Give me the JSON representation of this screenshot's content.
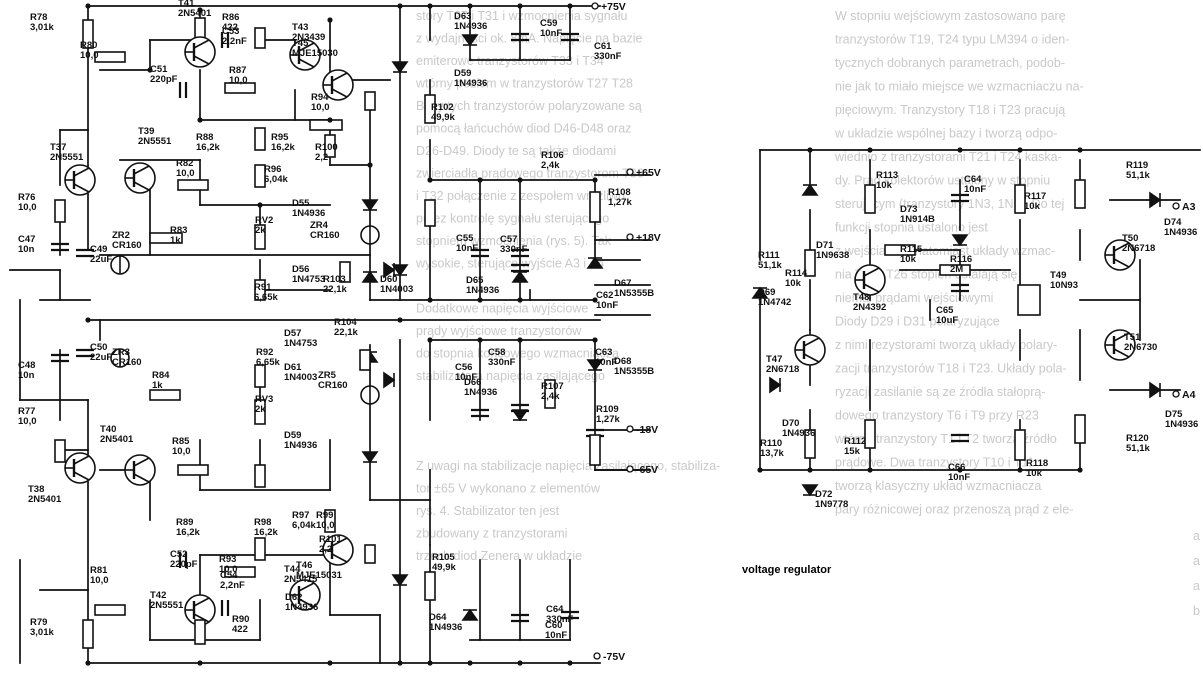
{
  "caption": "voltage regulator",
  "rails": [
    "+75V",
    "-75V",
    "+65V",
    "+18V",
    "-18V",
    "-65V",
    "A3",
    "A4"
  ],
  "left_block": [
    {
      "id": "R78",
      "v": "3,01k"
    },
    {
      "id": "T41",
      "v": "2N5401"
    },
    {
      "id": "R86",
      "v": "422"
    },
    {
      "id": "R80",
      "v": "10,0"
    },
    {
      "id": "C53",
      "v": "2,2nF"
    },
    {
      "id": "C51",
      "v": "220pF"
    },
    {
      "id": "R87",
      "v": "10,0"
    },
    {
      "id": "T43",
      "v": "2N3439"
    },
    {
      "id": "T45",
      "v": "MJE15030"
    },
    {
      "id": "R94",
      "v": "10,0"
    },
    {
      "id": "T37",
      "v": "2N5551"
    },
    {
      "id": "T39",
      "v": "2N5551"
    },
    {
      "id": "R88",
      "v": "16,2k"
    },
    {
      "id": "R95",
      "v": "16,2k"
    },
    {
      "id": "R100",
      "v": "2,2"
    },
    {
      "id": "R82",
      "v": "10,0"
    },
    {
      "id": "R96",
      "v": "6,04k"
    },
    {
      "id": "R76",
      "v": "10,0"
    },
    {
      "id": "RV2",
      "v": "2k"
    },
    {
      "id": "D55",
      "v": "1N4936"
    },
    {
      "id": "R83",
      "v": "1k"
    },
    {
      "id": "ZR4",
      "v": "CR160"
    },
    {
      "id": "C47",
      "v": "10n"
    },
    {
      "id": "C49",
      "v": "22uF"
    },
    {
      "id": "ZR2",
      "v": "CR160"
    },
    {
      "id": "D60",
      "v": "1N4003"
    },
    {
      "id": "D56",
      "v": "1N4753"
    },
    {
      "id": "R103",
      "v": "22,1k"
    },
    {
      "id": "R91",
      "v": "6,65k"
    },
    {
      "id": "C50",
      "v": "22uF"
    },
    {
      "id": "ZR3",
      "v": "CR160"
    },
    {
      "id": "R92",
      "v": "6,65k"
    },
    {
      "id": "D57",
      "v": "1N4753"
    },
    {
      "id": "R104",
      "v": "22,1k"
    },
    {
      "id": "D61",
      "v": "1N4003"
    },
    {
      "id": "C48",
      "v": "10n"
    },
    {
      "id": "R84",
      "v": "1k"
    },
    {
      "id": "ZR5",
      "v": "CR160"
    },
    {
      "id": "RV3",
      "v": "2k"
    },
    {
      "id": "D59",
      "v": "1N4936"
    },
    {
      "id": "R77",
      "v": "10,0"
    },
    {
      "id": "R85",
      "v": "10,0"
    },
    {
      "id": "R97",
      "v": "6,04k"
    },
    {
      "id": "T38",
      "v": "2N5401"
    },
    {
      "id": "T40",
      "v": "2N5401"
    },
    {
      "id": "R101",
      "v": "2,2"
    },
    {
      "id": "R89",
      "v": "16,2k"
    },
    {
      "id": "R98",
      "v": "16,2k"
    },
    {
      "id": "R99",
      "v": "10,0"
    },
    {
      "id": "C52",
      "v": "220pF"
    },
    {
      "id": "R93",
      "v": "10,0"
    },
    {
      "id": "T46",
      "v": "MJE15031"
    },
    {
      "id": "C54",
      "v": "2,2nF"
    },
    {
      "id": "T44",
      "v": "2N5415"
    },
    {
      "id": "R81",
      "v": "10,0"
    },
    {
      "id": "D62",
      "v": "1N4936"
    },
    {
      "id": "T42",
      "v": "2N5551"
    },
    {
      "id": "R79",
      "v": "3,01k"
    },
    {
      "id": "R90",
      "v": "422"
    }
  ],
  "middle_block": [
    {
      "id": "D63",
      "v": "1N4936"
    },
    {
      "id": "C59",
      "v": "10nF"
    },
    {
      "id": "C61",
      "v": "330nF"
    },
    {
      "id": "D59",
      "v": "1N4936"
    },
    {
      "id": "R102",
      "v": "49,9k"
    },
    {
      "id": "R106",
      "v": "2,4k"
    },
    {
      "id": "R108",
      "v": "1,27k"
    },
    {
      "id": "C55",
      "v": "10nF"
    },
    {
      "id": "C57",
      "v": "330nF"
    },
    {
      "id": "D65",
      "v": "1N4936"
    },
    {
      "id": "D67",
      "v": "1N5355B"
    },
    {
      "id": "C62",
      "v": "10nF"
    },
    {
      "id": "C58",
      "v": "330nF"
    },
    {
      "id": "C63",
      "v": "10nF"
    },
    {
      "id": "D68",
      "v": "1N5355B"
    },
    {
      "id": "C56",
      "v": "10nF"
    },
    {
      "id": "D66",
      "v": "1N4936"
    },
    {
      "id": "R107",
      "v": "2,4k"
    },
    {
      "id": "R109",
      "v": "1,27k"
    },
    {
      "id": "R105",
      "v": "49,9k"
    },
    {
      "id": "C64",
      "v": "330nF"
    },
    {
      "id": "D64",
      "v": "1N4936"
    },
    {
      "id": "C60",
      "v": "10nF"
    }
  ],
  "right_block": [
    {
      "id": "C64",
      "v": "10nF"
    },
    {
      "id": "R113",
      "v": "10k"
    },
    {
      "id": "R117",
      "v": "10k"
    },
    {
      "id": "R119",
      "v": "51,1k"
    },
    {
      "id": "D74",
      "v": "1N4936"
    },
    {
      "id": "D71",
      "v": "1N9638"
    },
    {
      "id": "D73",
      "v": "1N914B"
    },
    {
      "id": "T50",
      "v": "2N6718"
    },
    {
      "id": "R111",
      "v": "51,1k"
    },
    {
      "id": "R114",
      "v": "10k"
    },
    {
      "id": "R115",
      "v": "10k"
    },
    {
      "id": "R116",
      "v": "2M"
    },
    {
      "id": "T49",
      "v": "10N93"
    },
    {
      "id": "D69",
      "v": "1N4742"
    },
    {
      "id": "T48",
      "v": "2N4392"
    },
    {
      "id": "C65",
      "v": "10uF"
    },
    {
      "id": "T47",
      "v": "2N6718"
    },
    {
      "id": "T51",
      "v": "2N6730"
    },
    {
      "id": "D70",
      "v": "1N4936"
    },
    {
      "id": "D75",
      "v": "1N4936"
    },
    {
      "id": "R110",
      "v": "13,7k"
    },
    {
      "id": "R112",
      "v": "15k"
    },
    {
      "id": "R118",
      "v": "10k"
    },
    {
      "id": "R120",
      "v": "51,1k"
    },
    {
      "id": "C66",
      "v": "10nF"
    },
    {
      "id": "D72",
      "v": "1N9778"
    }
  ],
  "page_text": {
    "left_col": [
      "story T27 i T31 i wzmocnienia sygnału",
      "z wydajności ok. 8mA. Napięcie na bazie",
      "emiterowe tranzystorów T33 i T34",
      "wtórny poziom w tranzystorów T27 T28",
      "Bazy tych tranzystorów polaryzowane są",
      "pomocą łańcuchów diod D46-D48 oraz",
      "D26-D49. Diody te są także diodami",
      "zwierciadła prądowego tranzystorom T30",
      "i T32 połączenie z zespołem wrażliwo",
      "przez kontrolę sygnału sterującego",
      "stopniem wzmocnienia (rys. 5). Tak",
      "wysokie, sterujące wyjście A3 i A4",
      "",
      "Dodatkowe napięcia wyjściowe",
      "prądy wyjściowe tranzystorów",
      "do stopnia końcowego wzmacniacza",
      "stabilizatora napięcia zasilającego",
      "",
      "",
      "",
      "Z uwagi na stabilizacje napięcia zasilającego, stabiliza-",
      "tor ±65 V wykonano z elementów",
      "rys. 4. Stabilizator ten jest",
      "zbudowany z tranzystorami",
      "trzech diod Zenera w układzie"
    ],
    "right_col": [
      "W stopniu wejściowym zastosowano parę",
      "tranzystorów T19, T24 typu LM394 o iden-",
      "tycznych dobranych parametrach, podob-",
      "nie jak to miało miejsce we wzmacniaczu na-",
      "pięciowym. Tranzystory T18 i T23 pracują",
      "w układzie wspólnej bazy i tworzą odpo-",
      "wiednio z tranzystorami T21 i T24 kaska-",
      "dy. Prąd kolektorów ustalony w stopniu",
      "sterującym (tranzystory 1N3, 1N5). Do tej",
      "funkcji stopnia ustalono jest",
      "z wejścia W1, natomiast układy wzmac-",
      "nia T24 i T26 stopień ustalają się",
      "niemal prądami wejściowymi",
      "Diody D29 i D31 polaryzujące",
      "z nimi rezystorami tworzą układy polary-",
      "zacji tranzystorów T18 i T23. Układy pola-",
      "ryzacji zasilanie są ze źródła stałoprą-",
      "dowego tranzystory T6 i T9 przy R23",
      "wtórne tranzystory T1 i T2 tworzą źródło",
      "prądowe. Dwa tranzystory T10 i T11",
      "tworzą klasyczny układ wzmacniacza",
      "pary różnicowej oraz przenoszą prąd z ele-"
    ],
    "margin": [
      "a",
      "a",
      "a",
      "b"
    ]
  }
}
